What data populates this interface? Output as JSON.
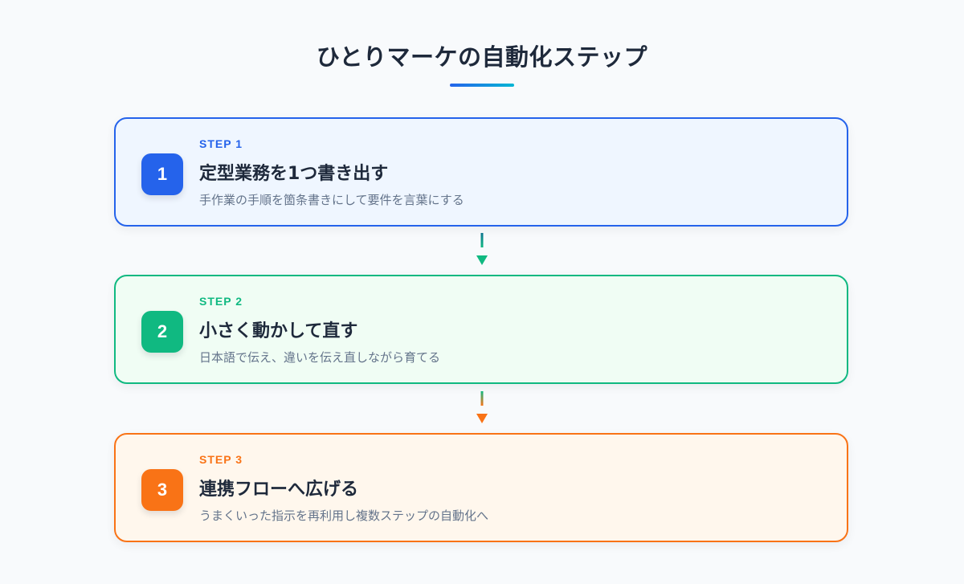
{
  "title": "ひとりマーケの自動化ステップ",
  "steps": [
    {
      "number": "1",
      "label": "STEP 1",
      "heading": "定型業務を1つ書き出す",
      "description": "手作業の手順を箇条書きにして要件を言葉にする",
      "color": "#2563eb"
    },
    {
      "number": "2",
      "label": "STEP 2",
      "heading": "小さく動かして直す",
      "description": "日本語で伝え、違いを伝え直しながら育てる",
      "color": "#10b981"
    },
    {
      "number": "3",
      "label": "STEP 3",
      "heading": "連携フローへ広げる",
      "description": "うまくいった指示を再利用し複数ステップの自動化へ",
      "color": "#f97316"
    }
  ],
  "colors": {
    "accent_blue": "#2563eb",
    "accent_green": "#10b981",
    "accent_orange": "#f97316",
    "background": "#f8fafc",
    "text_dark": "#1e293b",
    "text_muted": "#64748b"
  }
}
